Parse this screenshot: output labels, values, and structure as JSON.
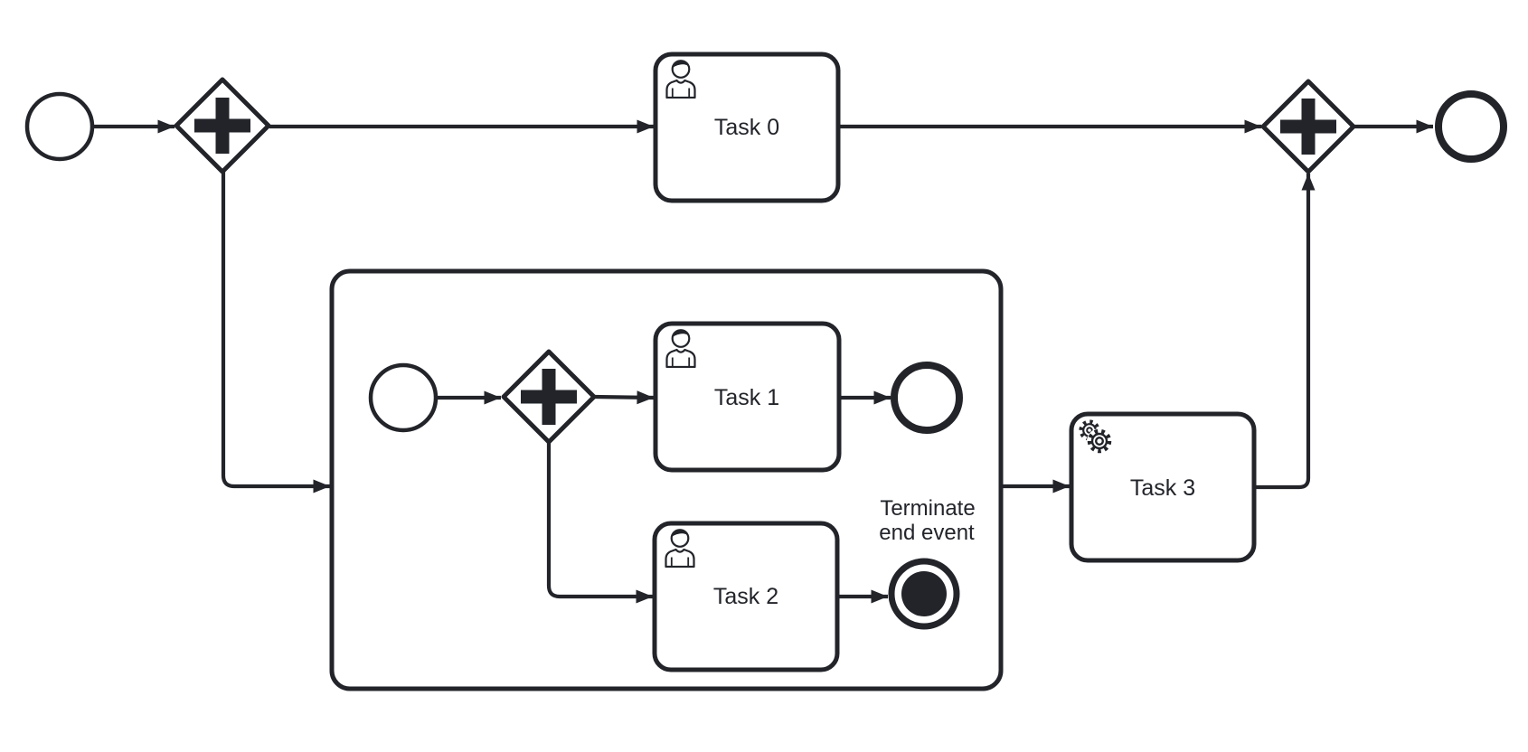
{
  "diagram": {
    "type": "BPMN process diagram",
    "background_color": "#ffffff",
    "stroke_color": "#22242a",
    "shape_fill_color": "#ffffff"
  },
  "nodes": {
    "start_event_main": {
      "type": "start event",
      "label": ""
    },
    "gateway_split": {
      "type": "parallel gateway",
      "icon": "plus"
    },
    "task0": {
      "label": "Task 0",
      "type": "user task",
      "icon": "user"
    },
    "subprocess": {
      "type": "expanded subprocess",
      "label": ""
    },
    "start_event_sub": {
      "type": "start event",
      "label": ""
    },
    "gateway_sub": {
      "type": "parallel gateway",
      "icon": "plus"
    },
    "task1": {
      "label": "Task 1",
      "type": "user task",
      "icon": "user"
    },
    "end_event_sub": {
      "type": "end event",
      "label": ""
    },
    "task2": {
      "label": "Task 2",
      "type": "user task",
      "icon": "user"
    },
    "terminate_event": {
      "type": "terminate end event",
      "label": "Terminate end event",
      "label_lines": [
        "Terminate",
        "end event"
      ]
    },
    "task3": {
      "label": "Task 3",
      "type": "service task",
      "icon": "gear"
    },
    "gateway_join": {
      "type": "parallel gateway",
      "icon": "plus"
    },
    "end_event_main": {
      "type": "end event",
      "label": ""
    }
  },
  "flows": [
    {
      "from": "start_event_main",
      "to": "gateway_split"
    },
    {
      "from": "gateway_split",
      "to": "task0"
    },
    {
      "from": "gateway_split",
      "to": "subprocess"
    },
    {
      "from": "task0",
      "to": "gateway_join"
    },
    {
      "from": "start_event_sub",
      "to": "gateway_sub"
    },
    {
      "from": "gateway_sub",
      "to": "task1"
    },
    {
      "from": "gateway_sub",
      "to": "task2"
    },
    {
      "from": "task1",
      "to": "end_event_sub"
    },
    {
      "from": "task2",
      "to": "terminate_event"
    },
    {
      "from": "subprocess",
      "to": "task3"
    },
    {
      "from": "task3",
      "to": "gateway_join"
    },
    {
      "from": "gateway_join",
      "to": "end_event_main"
    }
  ]
}
